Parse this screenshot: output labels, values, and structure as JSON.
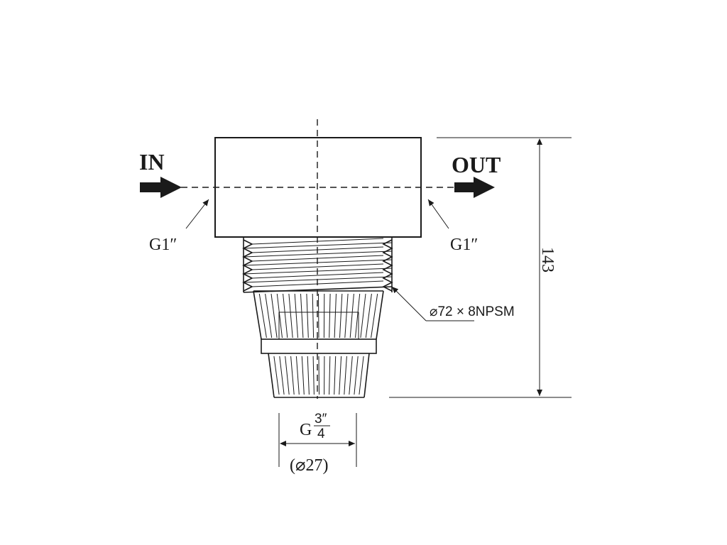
{
  "labels": {
    "inlet": "IN",
    "outlet": "OUT",
    "inlet_thread": "G1″",
    "outlet_thread": "G1″",
    "mount_thread": "⌀72 × 8NPSM",
    "height": "143",
    "bottom_thread_prefix": "G",
    "bottom_thread_num": "3″",
    "bottom_thread_den": "4",
    "bottom_diameter": "(⌀27)"
  }
}
